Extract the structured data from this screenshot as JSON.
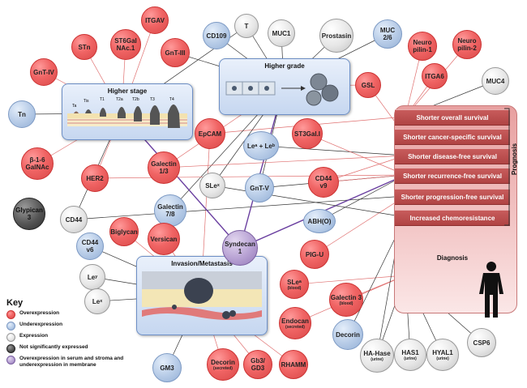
{
  "nodes": {
    "itgav": {
      "label": "ITGAV",
      "type": "overexpression"
    },
    "stn": {
      "label": "STn",
      "type": "overexpression"
    },
    "st6galnac1": {
      "label": "ST6Gal\nNAc.1",
      "type": "overexpression"
    },
    "gnt_iii": {
      "label": "GnT-III",
      "type": "overexpression"
    },
    "cd109": {
      "label": "CD109",
      "type": "underexpression"
    },
    "t": {
      "label": "T",
      "type": "expression"
    },
    "muc1": {
      "label": "MUC1",
      "type": "expression"
    },
    "prostasin": {
      "label": "Prostasin",
      "type": "expression"
    },
    "muc26": {
      "label": "MUC\n2/6",
      "type": "underexpression"
    },
    "neuropilin1": {
      "label": "Neuro\npilin-1",
      "type": "overexpression"
    },
    "neuropilin2": {
      "label": "Neuro\npilin-2",
      "type": "overexpression"
    },
    "gnt_iv": {
      "label": "GnT-IV",
      "type": "overexpression"
    },
    "muc4": {
      "label": "MUC4",
      "type": "expression"
    },
    "itga6": {
      "label": "ITGA6",
      "type": "overexpression"
    },
    "gsl": {
      "label": "GSL",
      "type": "overexpression"
    },
    "tn": {
      "label": "Tn",
      "type": "underexpression"
    },
    "epcam": {
      "label": "EpCAM",
      "type": "overexpression"
    },
    "lea_leb": {
      "label": "Leᵃ + Leᵇ",
      "type": "underexpression"
    },
    "st3gal1": {
      "label": "ST3Gal.I",
      "type": "overexpression"
    },
    "b16galnac": {
      "label": "β-1-6\nGalNAc",
      "type": "overexpression"
    },
    "her2": {
      "label": "HER2",
      "type": "overexpression"
    },
    "galectin13": {
      "label": "Galectin\n1/3",
      "type": "overexpression"
    },
    "slex": {
      "label": "SLeˣ",
      "type": "expression"
    },
    "gnt_v": {
      "label": "GnT-V",
      "type": "underexpression"
    },
    "cd44v9": {
      "label": "CD44\nv9",
      "type": "overexpression"
    },
    "glypican3": {
      "label": "Glypican\n3",
      "type": "not_significant"
    },
    "cd44": {
      "label": "CD44",
      "type": "expression"
    },
    "galectin78": {
      "label": "Galectin\n7/8",
      "type": "underexpression"
    },
    "abh": {
      "label": "ABH(O)",
      "type": "underexpression"
    },
    "syndecan1": {
      "label": "Syndecan\n1",
      "type": "mixed"
    },
    "biglycan": {
      "label": "Biglycan",
      "type": "overexpression"
    },
    "versican": {
      "label": "Versican",
      "type": "overexpression"
    },
    "cd44v6": {
      "label": "CD44\nv6",
      "type": "underexpression"
    },
    "pigu": {
      "label": "PIG-U",
      "type": "overexpression"
    },
    "ley": {
      "label": "Leʸ",
      "type": "expression"
    },
    "slea": {
      "label": "SLeᵃ",
      "sub": "(blood)",
      "type": "overexpression"
    },
    "galectin3": {
      "label": "Galectin 3",
      "sub": "(blood)",
      "type": "overexpression"
    },
    "lex": {
      "label": "Leˣ",
      "type": "expression"
    },
    "endocan": {
      "label": "Endocan",
      "sub": "(secreted)",
      "type": "overexpression"
    },
    "decorin_u": {
      "label": "Decorin",
      "type": "underexpression"
    },
    "hahase": {
      "label": "HA-Hase",
      "sub": "(urine)",
      "type": "expression"
    },
    "has1": {
      "label": "HAS1",
      "sub": "(urine)",
      "type": "expression"
    },
    "hyal1": {
      "label": "HYAL1",
      "sub": "(urine)",
      "type": "expression"
    },
    "csp6": {
      "label": "CSP6",
      "type": "expression"
    },
    "gm3": {
      "label": "GM3",
      "type": "underexpression"
    },
    "decorin_s": {
      "label": "Decorin",
      "sub": "(secreted)",
      "type": "overexpression"
    },
    "gb3gd3": {
      "label": "Gb3/\nGD3",
      "type": "overexpression"
    },
    "rhamm": {
      "label": "RHAMM",
      "type": "overexpression"
    }
  },
  "panels": {
    "higher_stage": {
      "title": "Higher stage",
      "stages": [
        "Ta",
        "Tis",
        "T1",
        "T2a",
        "T2b",
        "T3",
        "T4"
      ]
    },
    "higher_grade": {
      "title": "Higher grade"
    },
    "invasion": {
      "title": "Invasion/Metastasis"
    }
  },
  "prognosis": {
    "label": "Prognosis",
    "rows": [
      "Shorter overall survival",
      "Shorter cancer-specific survival",
      "Shorter disease-free survival",
      "Shorter recurrence-free survival",
      "Shorter progression-free survival",
      "Increased  chemoresistance"
    ],
    "diagnosis": "Diagnosis"
  },
  "key": {
    "title": "Key",
    "items": [
      {
        "type": "overexpression",
        "label": "Overexpression"
      },
      {
        "type": "underexpression",
        "label": "Underexpression"
      },
      {
        "type": "expression",
        "label": "Expression"
      },
      {
        "type": "not_significant",
        "label": "Not significantly expressed"
      },
      {
        "type": "mixed",
        "label": "Overexpression in serum and stroma and underexpression in membrane"
      }
    ]
  },
  "colors": {
    "red_line": "#e07070",
    "dark_line": "#333333",
    "purple_line": "#6a3fa0"
  }
}
